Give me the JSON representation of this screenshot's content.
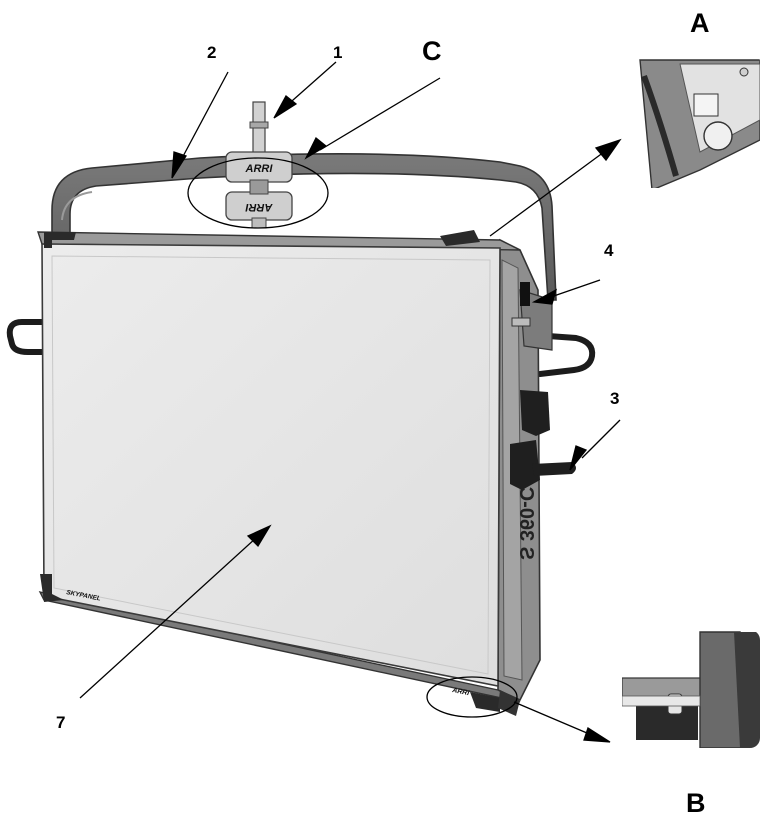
{
  "callouts": {
    "n1": "1",
    "n2": "2",
    "n3": "3",
    "n4": "4",
    "n7": "7",
    "detail_a": "A",
    "detail_b": "B",
    "detail_c": "C"
  },
  "product": {
    "brand_mark": "ARRI",
    "brand_mark_flipped": "ARRI",
    "corner_logo": "ARRI",
    "edge_logo": "SKYPANEL",
    "model_label": "S 360-C"
  },
  "colors": {
    "yoke": "#6d6d6d",
    "panel_face": "#e7e7e7",
    "housing": "#8e8e8e",
    "dark_parts": "#2a2a2a"
  }
}
